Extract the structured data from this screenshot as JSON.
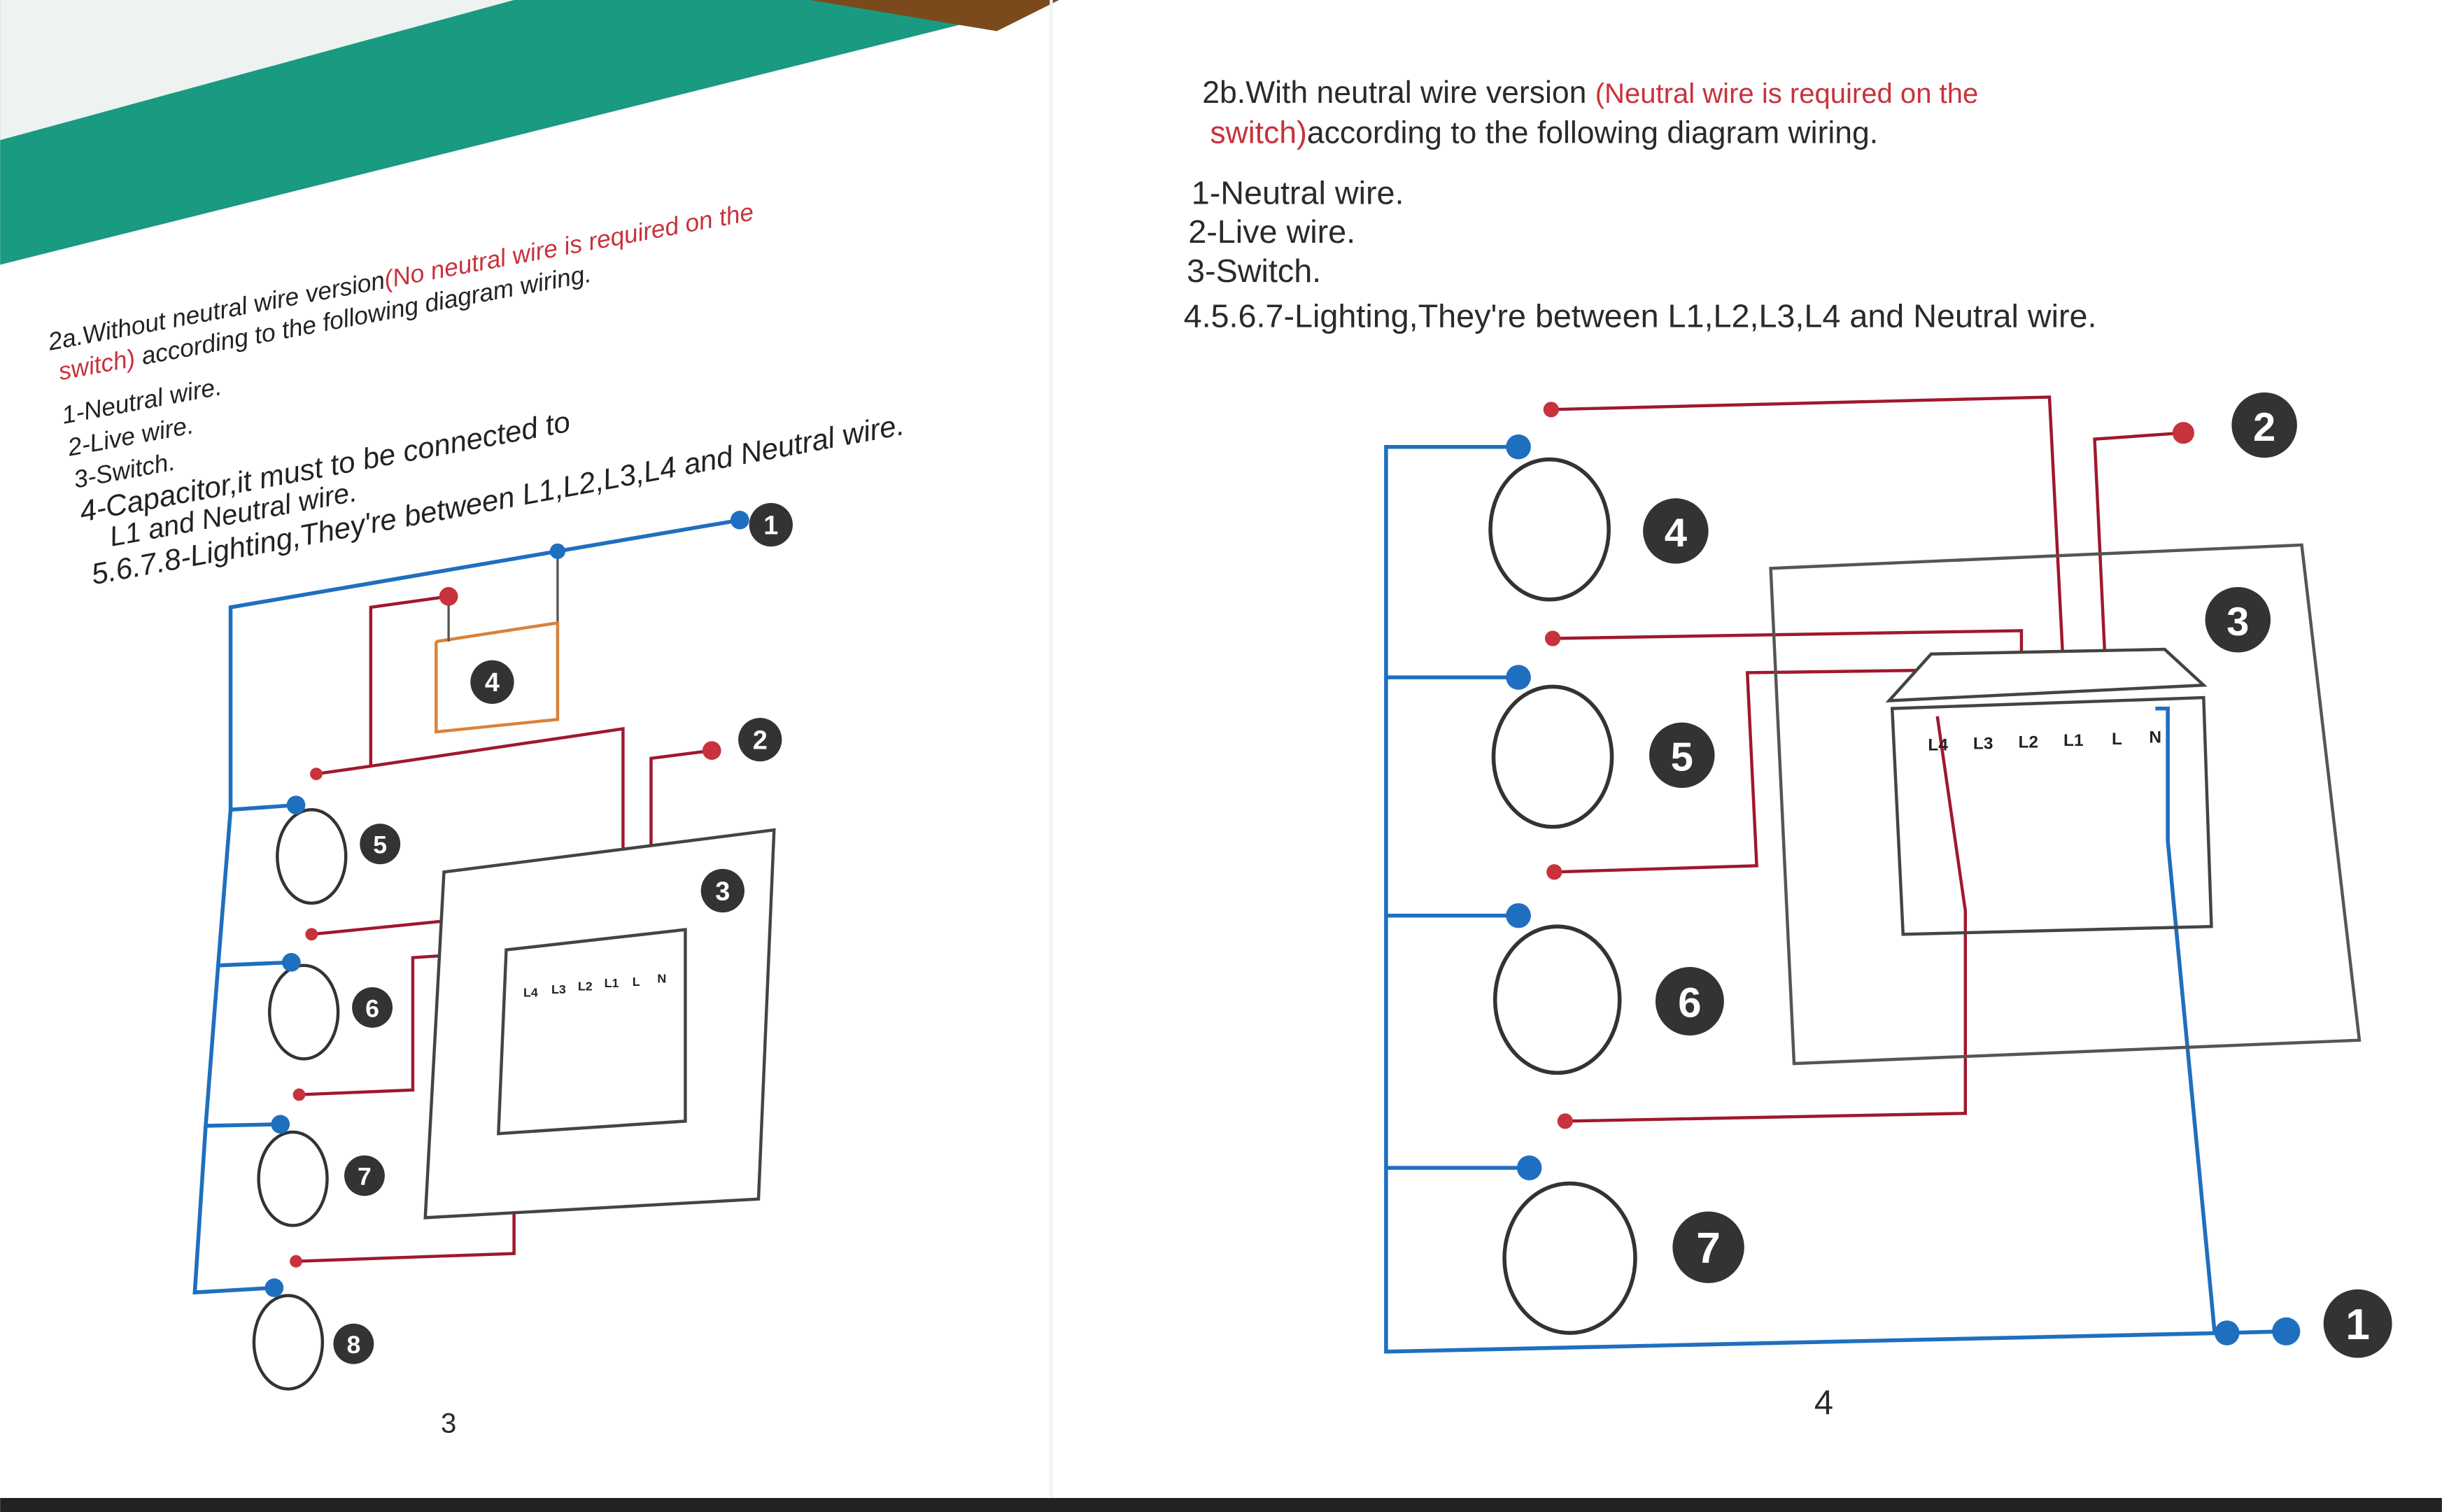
{
  "left_page": {
    "heading_prefix": "2a.Without neutral wire version",
    "heading_note": "(No neutral wire is required on the",
    "heading_note_2": "switch)",
    "heading_suffix": " according to the following diagram wiring.",
    "items": [
      "1-Neutral wire.",
      "2-Live wire.",
      "3-Switch.",
      "4-Capacitor,it must to be connected to",
      "L1 and Neutral  wire.",
      "5.6.7.8-Lighting,They're between L1,L2,L3,L4 and Neutral wire."
    ],
    "markers": [
      "1",
      "2",
      "3",
      "4",
      "5",
      "6",
      "7",
      "8"
    ],
    "terminals": [
      "L4",
      "L3",
      "L2",
      "L1",
      "L",
      "N"
    ],
    "page_number": "3"
  },
  "right_page": {
    "heading_prefix": "2b.With neutral wire version ",
    "heading_note": "(Neutral wire is required on the",
    "heading_note_2": "switch)",
    "heading_suffix": "according to the following diagram wiring.",
    "items": [
      "1-Neutral  wire.",
      "2-Live wire.",
      "3-Switch.",
      "4.5.6.7-Lighting,They're between L1,L2,L3,L4 and Neutral  wire."
    ],
    "markers": [
      "1",
      "2",
      "3",
      "4",
      "5",
      "6",
      "7"
    ],
    "terminals": [
      "L4",
      "L3",
      "L2",
      "L1",
      "L",
      "N"
    ],
    "page_number": "4"
  },
  "colors": {
    "neutral": "#1f6fc0",
    "live": "#a0182c",
    "capacitor": "#d9823a",
    "cover": "#1a9a80"
  }
}
